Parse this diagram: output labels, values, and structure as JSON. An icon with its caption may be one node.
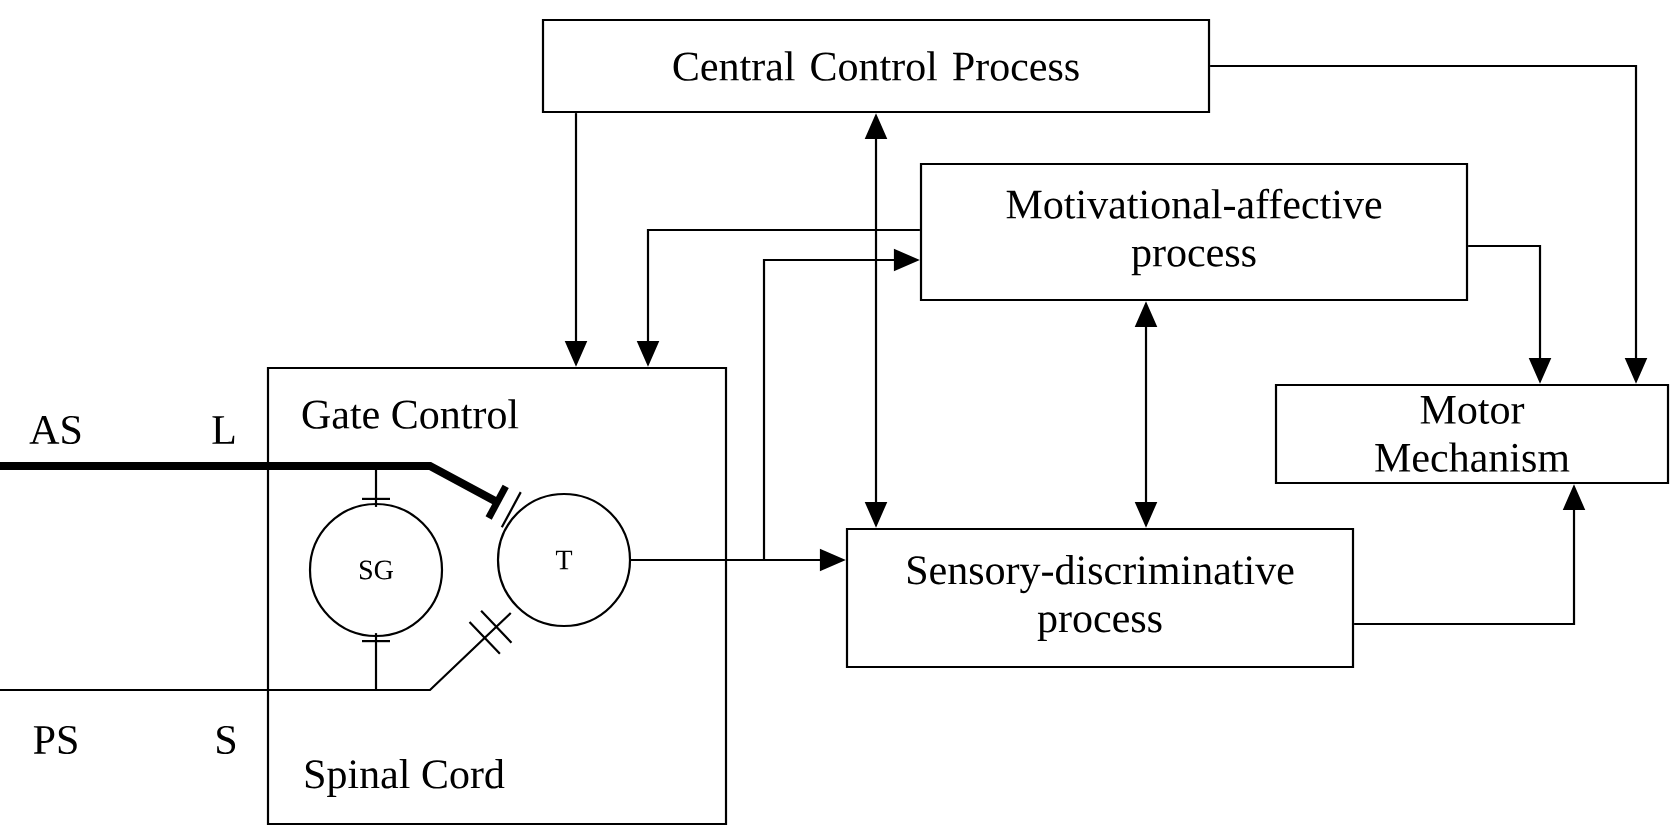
{
  "diagram": {
    "nodes": [
      {
        "text": [
          "Central Control Process"
        ]
      },
      {
        "text": [
          "Motivational-affective process"
        ]
      },
      {
        "text": [
          "Gate Control",
          "Spinal Cord"
        ]
      },
      {
        "text": [
          "SG"
        ],
        "in": 2
      },
      {
        "text": [
          "T"
        ],
        "in": 2
      },
      {
        "text": [
          "Motor Mechanism"
        ]
      },
      {
        "text": [
          "Sensory-discriminative process"
        ]
      }
    ],
    "edges": [
      {
        "from": 0,
        "to": 2,
        "arrow": "to"
      },
      {
        "from": 0,
        "to": 5,
        "arrow": "to"
      },
      {
        "from": 0,
        "to": 6,
        "arrow": "both"
      },
      {
        "from": 1,
        "to": 2,
        "arrow": "to"
      },
      {
        "from": 4,
        "to": 6,
        "arrow": "to"
      },
      {
        "from": 4,
        "to": 1,
        "arrow": "to"
      },
      {
        "from": 1,
        "to": 6,
        "arrow": "both"
      },
      {
        "from": 1,
        "to": 5,
        "arrow": "to"
      },
      {
        "from": 6,
        "to": 5,
        "arrow": "to"
      },
      {
        "from": null,
        "to": 4,
        "arrow": "none",
        "style": "thick"
      },
      {
        "from": null,
        "to": 3,
        "arrow": "none"
      },
      {
        "from": null,
        "to": 4,
        "arrow": "none"
      },
      {
        "from": null,
        "to": 3,
        "arrow": "none"
      }
    ],
    "labels": [
      "AS",
      "L",
      "PS",
      "S"
    ]
  }
}
